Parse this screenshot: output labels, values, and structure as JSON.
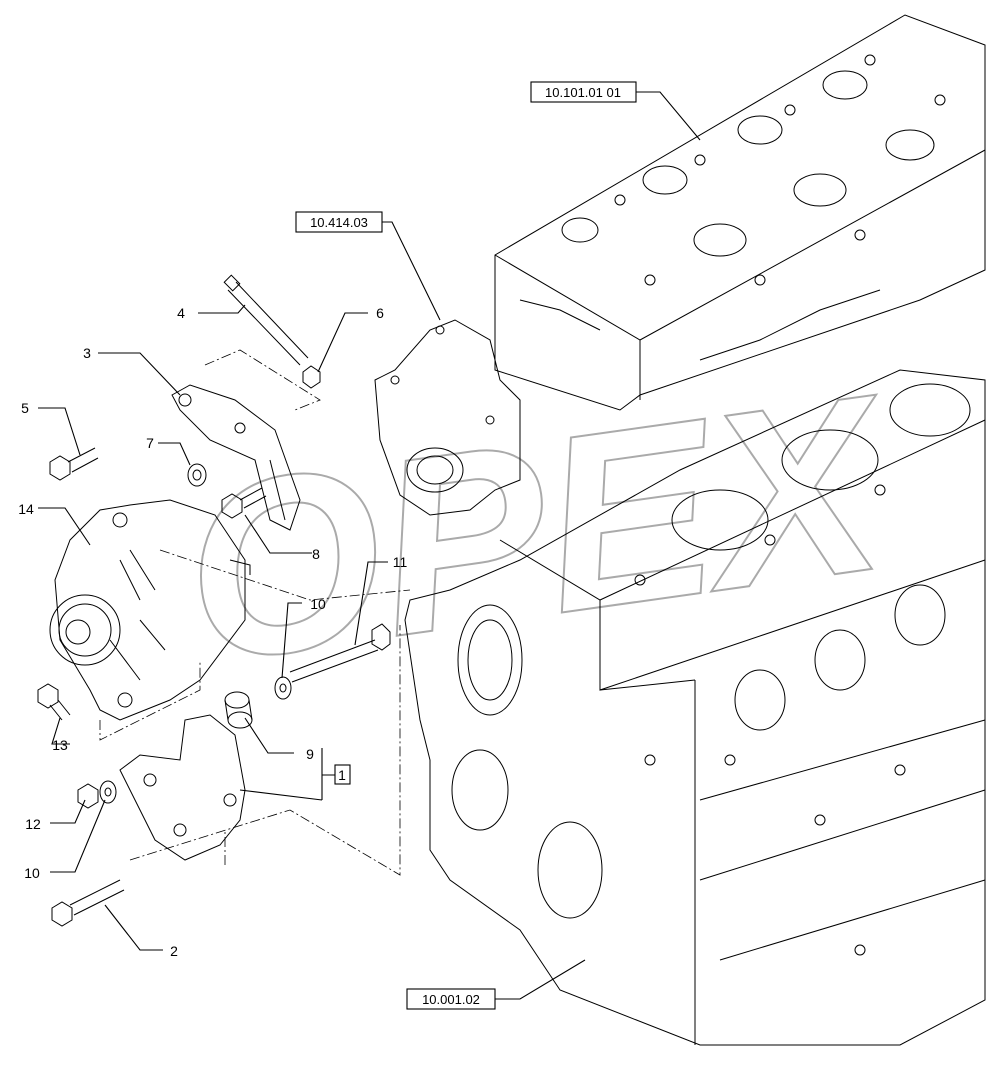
{
  "watermark": "OPEX",
  "references": {
    "cylinder_head": "10.101.01 01",
    "water_pump": "10.414.03",
    "crankcase": "10.001.02"
  },
  "callouts": {
    "c1": "1",
    "c2": "2",
    "c3": "3",
    "c4": "4",
    "c5": "5",
    "c6": "6",
    "c7": "7",
    "c8": "8",
    "c9": "9",
    "c10a": "10",
    "c10b": "10",
    "c11": "11",
    "c12": "12",
    "c13": "13",
    "c14": "14"
  }
}
